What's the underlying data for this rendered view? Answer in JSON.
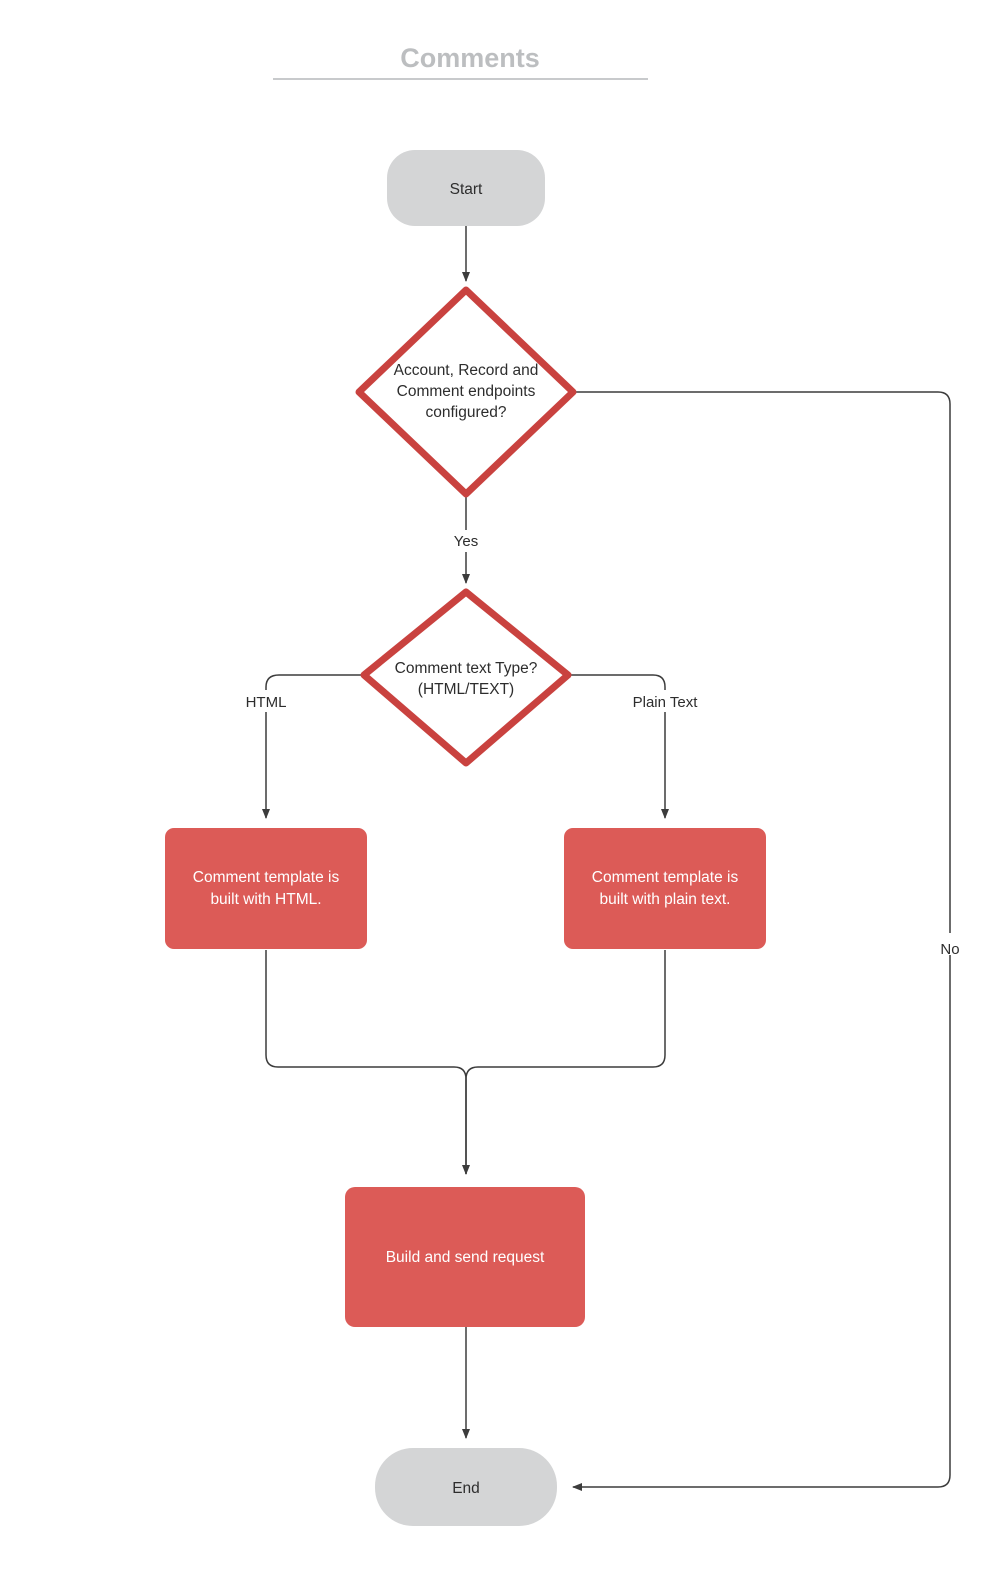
{
  "page": {
    "title": "Comments",
    "background": "#ffffff"
  },
  "colors": {
    "title": "#bcbec0",
    "terminator_fill": "#d4d5d6",
    "decision_stroke": "#c9423f",
    "decision_fill": "#ffffff",
    "process_fill": "#dc5b57",
    "process_text": "#ffffff",
    "edge": "#3c3c3c",
    "node_text": "#2d2d2d"
  },
  "nodes": {
    "start": {
      "label": "Start",
      "shape": "terminator"
    },
    "decision_endpoints": {
      "shape": "decision",
      "lines": [
        "Account, Record and",
        "Comment endpoints",
        "configured?"
      ]
    },
    "decision_text_type": {
      "shape": "decision",
      "lines": [
        "Comment text Type?",
        "(HTML/TEXT)"
      ]
    },
    "process_html": {
      "shape": "process",
      "lines": [
        "Comment  template is",
        "built with HTML."
      ]
    },
    "process_plain": {
      "shape": "process",
      "lines": [
        "Comment  template is",
        "built with plain text."
      ]
    },
    "process_build_send": {
      "shape": "process",
      "lines": [
        "Build and send request"
      ]
    },
    "end": {
      "label": "End",
      "shape": "terminator"
    }
  },
  "edge_labels": {
    "yes": "Yes",
    "no": "No",
    "html": "HTML",
    "plain_text": "Plain Text"
  },
  "chart_data": {
    "type": "flowchart",
    "title": "Comments",
    "nodes": [
      {
        "id": "start",
        "type": "terminator",
        "text": "Start"
      },
      {
        "id": "d1",
        "type": "decision",
        "text": "Account, Record and Comment endpoints configured?"
      },
      {
        "id": "d2",
        "type": "decision",
        "text": "Comment text Type? (HTML/TEXT)"
      },
      {
        "id": "p1",
        "type": "process",
        "text": "Comment  template is built with HTML."
      },
      {
        "id": "p2",
        "type": "process",
        "text": "Comment  template is built with plain text."
      },
      {
        "id": "p3",
        "type": "process",
        "text": "Build and send request"
      },
      {
        "id": "end",
        "type": "terminator",
        "text": "End"
      }
    ],
    "edges": [
      {
        "from": "start",
        "to": "d1",
        "label": ""
      },
      {
        "from": "d1",
        "to": "d2",
        "label": "Yes"
      },
      {
        "from": "d1",
        "to": "end",
        "label": "No"
      },
      {
        "from": "d2",
        "to": "p1",
        "label": "HTML"
      },
      {
        "from": "d2",
        "to": "p2",
        "label": "Plain Text"
      },
      {
        "from": "p1",
        "to": "p3",
        "label": ""
      },
      {
        "from": "p2",
        "to": "p3",
        "label": ""
      },
      {
        "from": "p3",
        "to": "end",
        "label": ""
      }
    ]
  }
}
